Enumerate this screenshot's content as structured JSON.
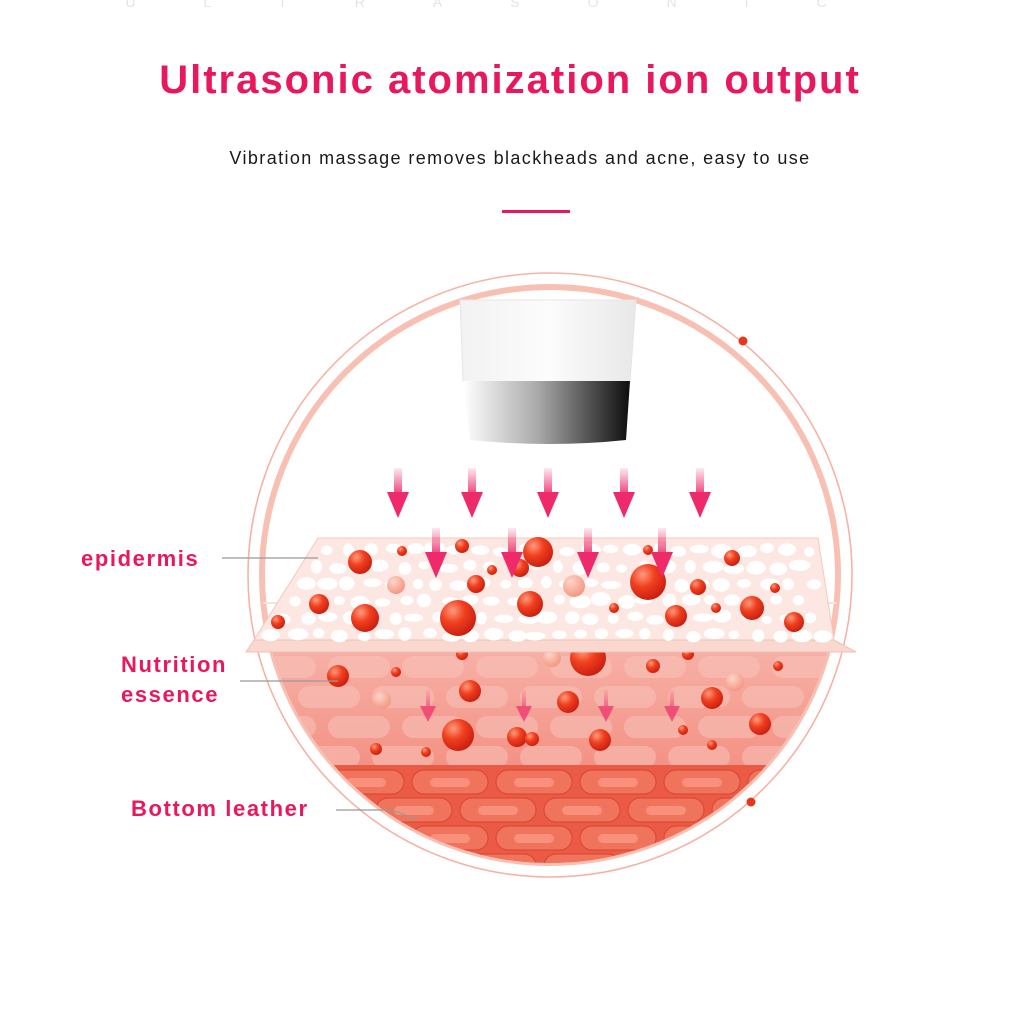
{
  "watermark": "ULTRASONIC",
  "header": {
    "title": "Ultrasonic atomization ion output",
    "subtitle": "Vibration massage removes blackheads and acne, easy to use"
  },
  "labels": {
    "epidermis": "epidermis",
    "nutrition_line1": "Nutrition",
    "nutrition_line2": "essence",
    "bottom": "Bottom leather"
  },
  "colors": {
    "accent": "#e8185e",
    "ring": "#f6b3a5",
    "particle": "#e8361c",
    "arrow": "#ee2a6b"
  }
}
